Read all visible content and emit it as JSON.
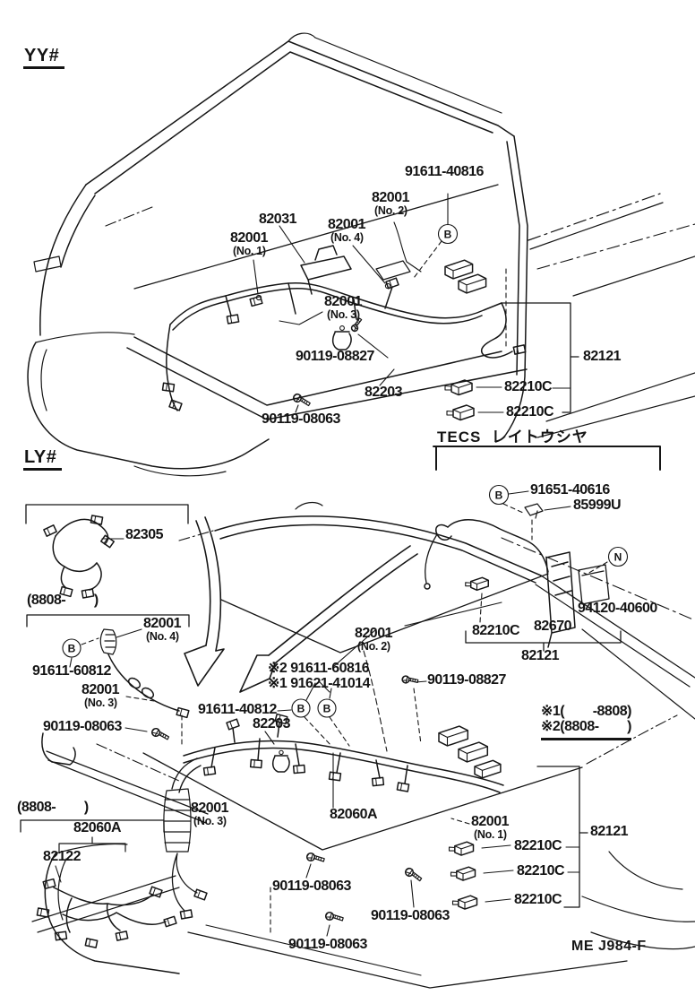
{
  "page": {
    "doc_code": "ME J984-F",
    "ink": "#141414",
    "background": "#ffffff"
  },
  "sections": {
    "top_tag": "YY#",
    "bottom_tag": "LY#",
    "tecs_header": "TECS  レイトウシヤ"
  },
  "markers": {
    "b": "B",
    "n": "N"
  },
  "notes": {
    "asterisk1": "※1(        -8808)",
    "asterisk2": "※2(8808-        )"
  },
  "callouts": [
    {
      "text": "91611-40816"
    },
    {
      "text": "82001",
      "sub": "(No. 2)"
    },
    {
      "text": "82031"
    },
    {
      "text": "82001",
      "sub": "(No. 4)"
    },
    {
      "text": "82001",
      "sub": "(No. 1)"
    },
    {
      "text": "82001",
      "sub": "(No. 3)"
    },
    {
      "text": "90119-08827"
    },
    {
      "text": "82121"
    },
    {
      "text": "82203"
    },
    {
      "text": "82210C"
    },
    {
      "text": "82210C"
    },
    {
      "text": "90119-08063"
    },
    {
      "text": "91651-40616"
    },
    {
      "text": "85999U"
    },
    {
      "text": "94120-40600"
    },
    {
      "text": "82210C"
    },
    {
      "text": "82670"
    },
    {
      "text": "82121"
    },
    {
      "text": "82305"
    },
    {
      "text": "(8808-        )"
    },
    {
      "text": "82001",
      "sub": "(No. 4)"
    },
    {
      "text": "91611-60812"
    },
    {
      "text": "82001",
      "sub": "(No. 3)"
    },
    {
      "text": "90119-08063"
    },
    {
      "text": "91611-40812"
    },
    {
      "text": "82203"
    },
    {
      "text": "82001",
      "sub": "(No. 2)"
    },
    {
      "text": "※2 91611-60816"
    },
    {
      "text": "※1 91621-41014"
    },
    {
      "text": "90119-08827"
    },
    {
      "text": "(8808-        )"
    },
    {
      "text": "82060A"
    },
    {
      "text": "82122"
    },
    {
      "text": "82001",
      "sub": "(No. 3)"
    },
    {
      "text": "82060A"
    },
    {
      "text": "82001",
      "sub": "(No. 1)"
    },
    {
      "text": "82121"
    },
    {
      "text": "82210C"
    },
    {
      "text": "82210C"
    },
    {
      "text": "82210C"
    },
    {
      "text": "90119-08063"
    },
    {
      "text": "90119-08063"
    },
    {
      "text": "90119-08063"
    }
  ]
}
